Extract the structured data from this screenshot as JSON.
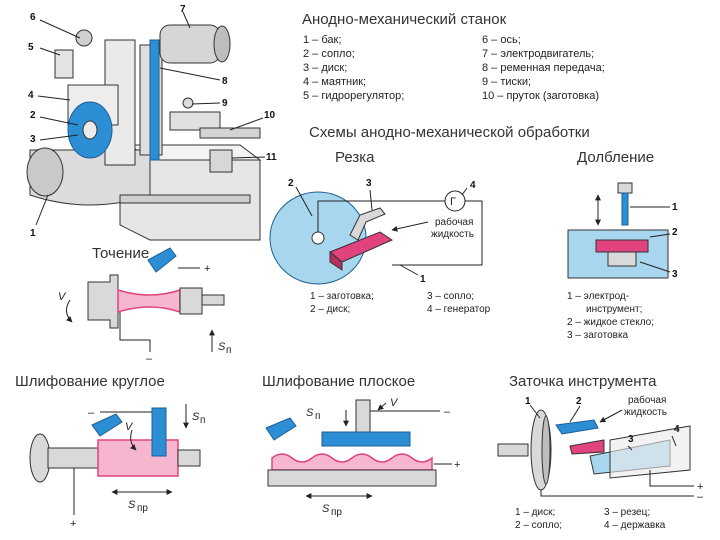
{
  "machine": {
    "title": "Анодно-механический станок",
    "legend": [
      "1 – бак;",
      "2 – сопло;",
      "3 – диск;",
      "4 – маятник;",
      "5 – гидрорегулятор;",
      "6 – ось;",
      "7 – электродвигатель;",
      "8 – ременная передача;",
      "9 – тиски;",
      "10 – пруток (заготовка)"
    ],
    "callouts": [
      "1",
      "2",
      "3",
      "4",
      "5",
      "6",
      "7",
      "8",
      "9",
      "10",
      "11"
    ]
  },
  "schemes_title": "Схемы анодно-механической обработки",
  "cutting": {
    "title": "Резка",
    "nums": [
      "1",
      "2",
      "3",
      "4"
    ],
    "generator_symbol": "Г",
    "fluid_label": [
      "рабочая",
      "жидкость"
    ],
    "legend": [
      "1 – заготовка;",
      "3 – сопло;",
      "2 – диск;",
      "4 – генератор"
    ]
  },
  "chiseling": {
    "title": "Долбление",
    "nums": [
      "1",
      "2",
      "3"
    ],
    "legend": [
      "1 – электрод-",
      "инструмент;",
      "2 – жидкое стекло;",
      "3 – заготовка"
    ]
  },
  "turning": {
    "title": "Точение",
    "v": "V",
    "feed": "S",
    "feed_sub": "п",
    "plus": "+",
    "minus": "–"
  },
  "round_grinding": {
    "title": "Шлифование круглое",
    "v": "V",
    "feed_top": "S",
    "feed_top_sub": "п",
    "feed_bottom": "S",
    "feed_bottom_sub": "пр",
    "plus": "+",
    "minus": "–"
  },
  "flat_grinding": {
    "title": "Шлифование плоское",
    "v": "V",
    "feed_top": "S",
    "feed_top_sub": "п",
    "feed_bottom": "S",
    "feed_bottom_sub": "пр",
    "plus": "+",
    "minus": "–"
  },
  "sharpening": {
    "title": "Заточка инструмента",
    "nums": [
      "1",
      "2",
      "3",
      "4"
    ],
    "fluid_label": [
      "рабочая",
      "жидкость"
    ],
    "legend": [
      "1 – диск;",
      "3 – резец;",
      "2 – сопло;",
      "4 – державка"
    ],
    "plus": "+",
    "minus": "–"
  },
  "colors": {
    "blue": "#2c8fd6",
    "light_blue": "#a9d6ef",
    "magenta": "#e0437e",
    "pink": "#f6b6cf",
    "grey": "#d9d9d9"
  }
}
